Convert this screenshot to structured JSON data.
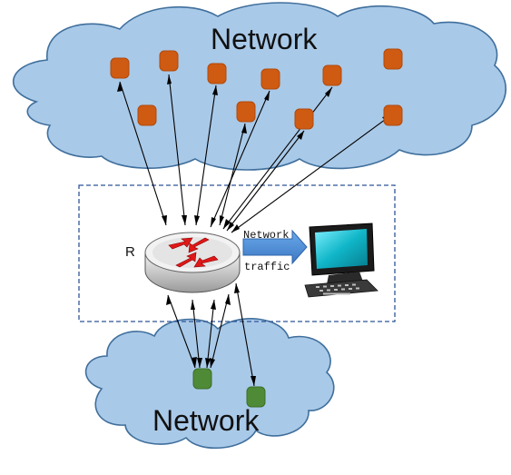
{
  "top_cloud": {
    "title": "Network"
  },
  "bottom_cloud": {
    "title": "Network"
  },
  "router": {
    "label": "R"
  },
  "traffic_arrow": {
    "line1": "Network",
    "line2": "traffic"
  },
  "colors": {
    "cloud_fill": "#a9c9e8",
    "top_nodes": "#cf5a12",
    "bottom_nodes": "#4f8a36",
    "dashed_box": "#2f5597",
    "traffic_arrow": "#4f8fd6"
  },
  "icons": {
    "router": "router-icon",
    "monitor": "computer-monitor-icon"
  }
}
